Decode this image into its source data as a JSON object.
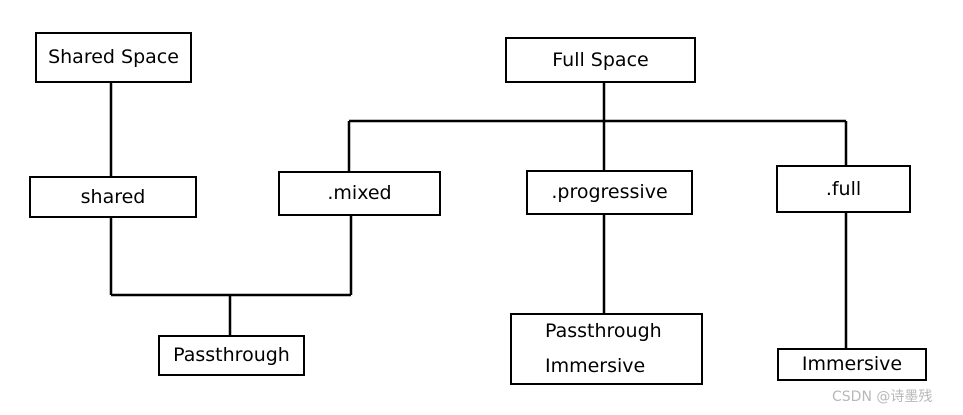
{
  "diagram": {
    "nodes": {
      "shared_space": "Shared Space",
      "full_space": "Full Space",
      "shared": "shared",
      "mixed": ".mixed",
      "progressive": ".progressive",
      "full": ".full",
      "passthrough": "Passthrough",
      "passthrough_immersive_line1": "Passthrough",
      "passthrough_immersive_line2": "Immersive",
      "immersive": "Immersive"
    },
    "edges": [
      {
        "from": "Shared Space",
        "to": "shared"
      },
      {
        "from": "Full Space",
        "to": ".mixed"
      },
      {
        "from": "Full Space",
        "to": ".progressive"
      },
      {
        "from": "Full Space",
        "to": ".full"
      },
      {
        "from": "shared",
        "to": "Passthrough"
      },
      {
        "from": ".mixed",
        "to": "Passthrough"
      },
      {
        "from": ".progressive",
        "to": "Passthrough Immersive"
      },
      {
        "from": ".full",
        "to": "Immersive"
      }
    ],
    "colors": {
      "line": "#000000",
      "box_border": "#000000",
      "background": "#ffffff",
      "watermark": "#b8b8b8"
    }
  },
  "watermark": "CSDN @诗墨残"
}
